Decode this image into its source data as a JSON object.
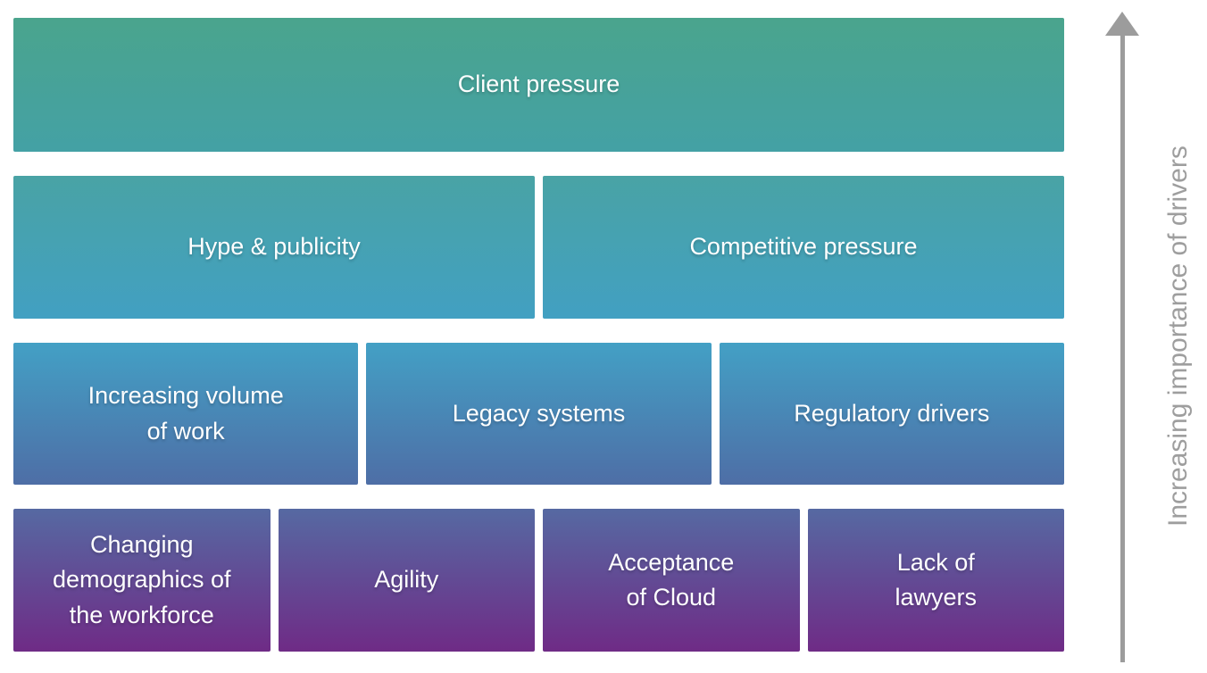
{
  "diagram": {
    "title_hint": "stacked pyramid of adoption drivers",
    "rows": [
      {
        "level": 1,
        "gradient_top": "#4aa48d",
        "gradient_bottom": "#44a1a5",
        "boxes": [
          {
            "label": "Client pressure"
          }
        ]
      },
      {
        "level": 2,
        "gradient_top": "#49a3a5",
        "gradient_bottom": "#42a0c2",
        "boxes": [
          {
            "label": "Hype & publicity"
          },
          {
            "label": "Competitive pressure"
          }
        ]
      },
      {
        "level": 3,
        "gradient_top": "#43a0c5",
        "gradient_bottom": "#4e6ea6",
        "boxes": [
          {
            "label": "Increasing volume\nof work"
          },
          {
            "label": "Legacy systems"
          },
          {
            "label": "Regulatory drivers"
          }
        ]
      },
      {
        "level": 4,
        "gradient_top": "#5669a2",
        "gradient_bottom": "#6f2b86",
        "boxes": [
          {
            "label": "Changing\ndemographics of\nthe workforce"
          },
          {
            "label": "Agility"
          },
          {
            "label": "Acceptance\nof Cloud"
          },
          {
            "label": "Lack of\nlawyers"
          }
        ]
      }
    ],
    "axis": {
      "label": "Increasing importance of drivers",
      "direction": "up",
      "color": "#9c9c9c",
      "label_color": "#9e9e9e"
    },
    "text_color": "#ffffff",
    "background_color": "#ffffff"
  }
}
